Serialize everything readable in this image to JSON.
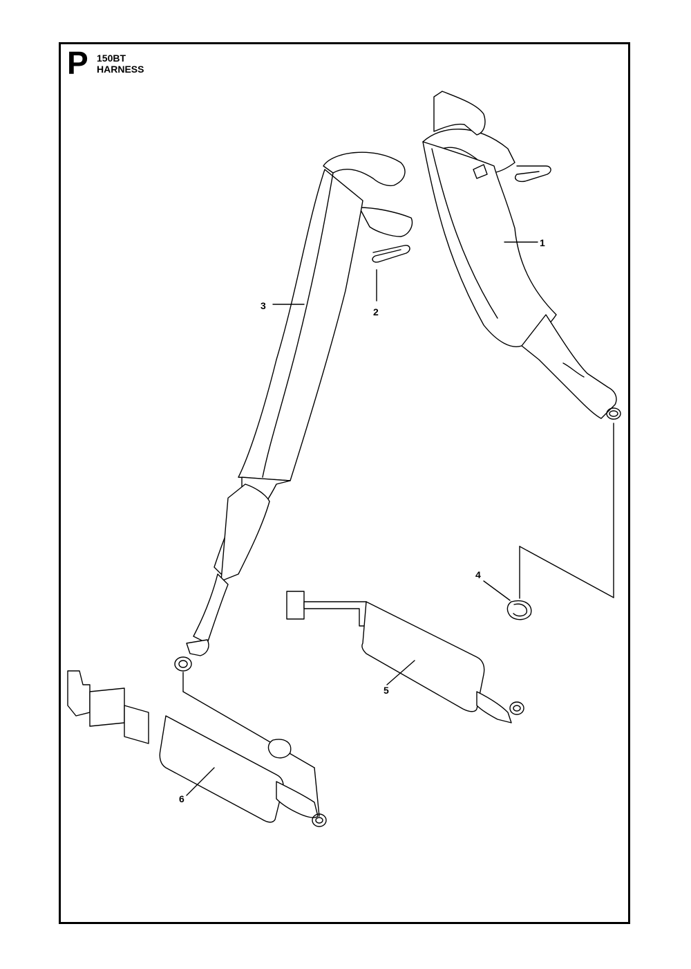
{
  "header": {
    "section": "P",
    "model": "150BT",
    "title": "HARNESS"
  },
  "callouts": [
    "1",
    "2",
    "3",
    "4",
    "5",
    "6"
  ]
}
